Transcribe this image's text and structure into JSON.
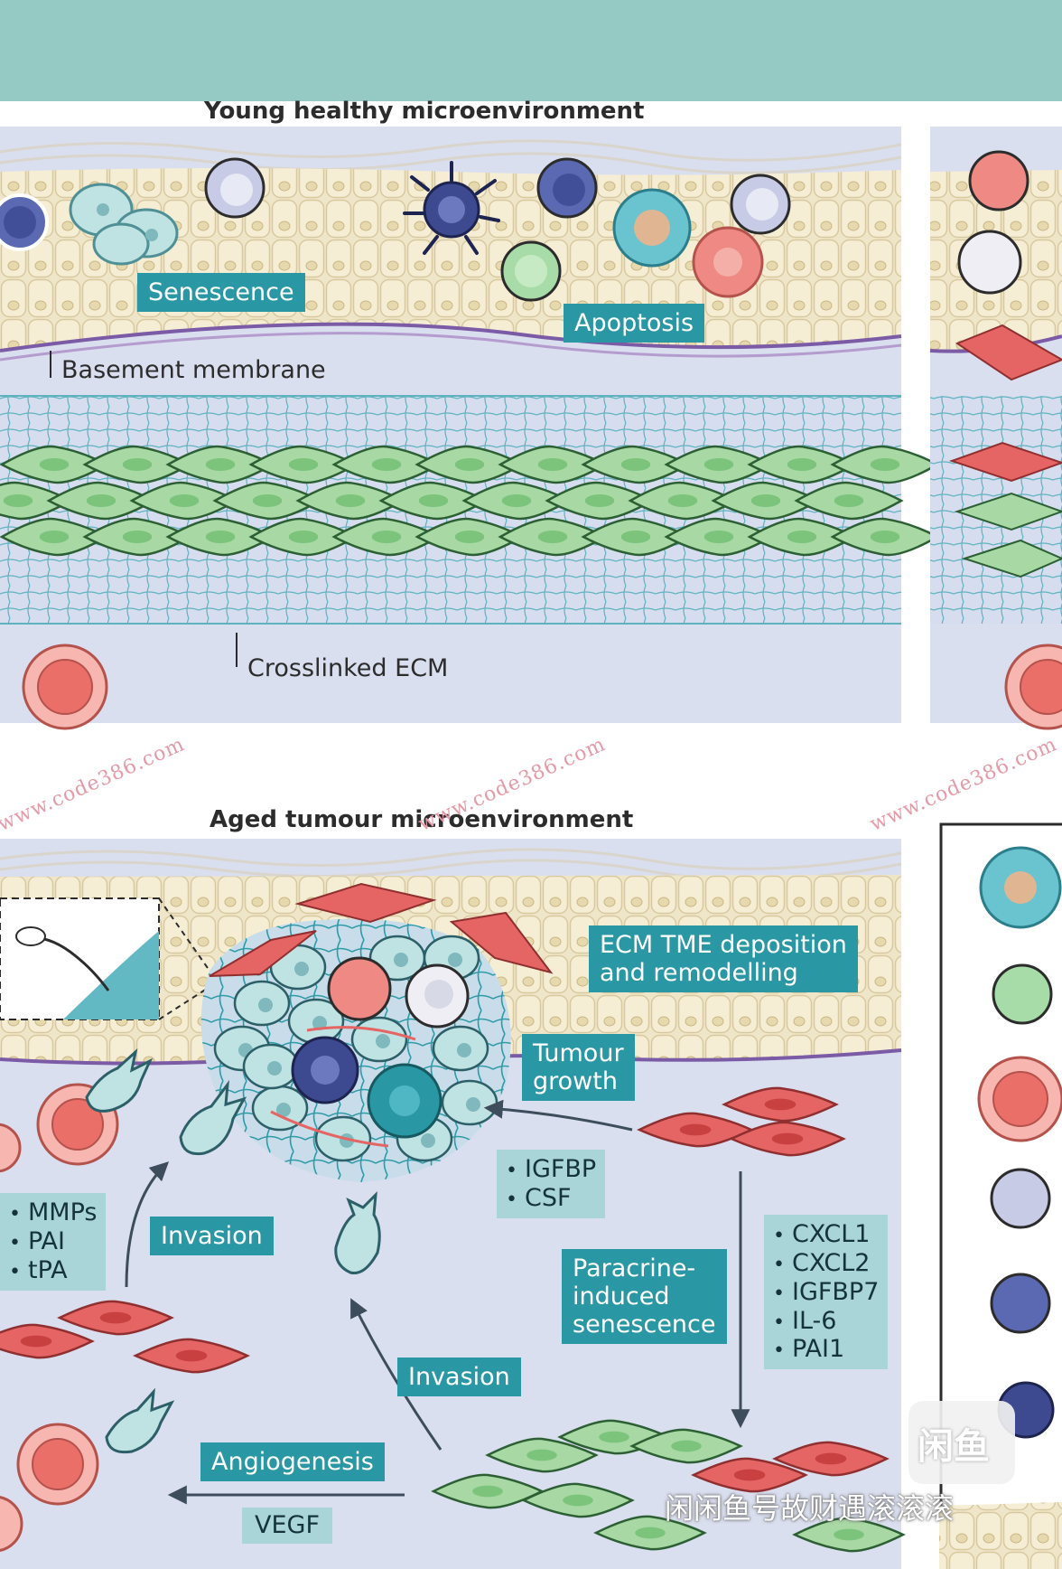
{
  "panels": {
    "young": {
      "title": "Young healthy microenvironment",
      "labels": {
        "senescence": "Senescence",
        "apoptosis": "Apoptosis",
        "basement_membrane": "Basement membrane",
        "crosslinked_ecm": "Crosslinked ECM"
      }
    },
    "aged": {
      "title": "Aged tumour microenvironment",
      "labels": {
        "ecm_deposition_line1": "ECM TME deposition",
        "ecm_deposition_line2": "and remodelling",
        "tumour_growth_line1": "Tumour",
        "tumour_growth_line2": "growth",
        "invasion_left": "Invasion",
        "invasion_center": "Invasion",
        "paracrine_line1": "Paracrine-",
        "paracrine_line2": "induced",
        "paracrine_line3": "senescence",
        "angiogenesis": "Angiogenesis",
        "vegf": "VEGF"
      },
      "factor_lists": {
        "igfbp_csf": [
          "IGFBP",
          "CSF"
        ],
        "mmps": [
          "MMPs",
          "PAI",
          "tPA"
        ],
        "cxcl": [
          "CXCL1",
          "CXCL2",
          "IGFBP7",
          "IL-6",
          "PAI1"
        ]
      }
    }
  },
  "watermarks": [
    "www.code386.com",
    "www.code386.com",
    "www.code386.com"
  ],
  "badge": {
    "logo_text": "闲鱼",
    "caption": "闲闲鱼号故财遇滚滚滚"
  },
  "colors": {
    "header_band": "#94c9c4",
    "label_box": "#2a97a5",
    "list_box": "#a9d5d9",
    "epithelium": "#ece3c6",
    "stroma": "#d7dcef",
    "fibroblast": "#a8d9a4",
    "cancer_fibroblast": "#e56565"
  }
}
